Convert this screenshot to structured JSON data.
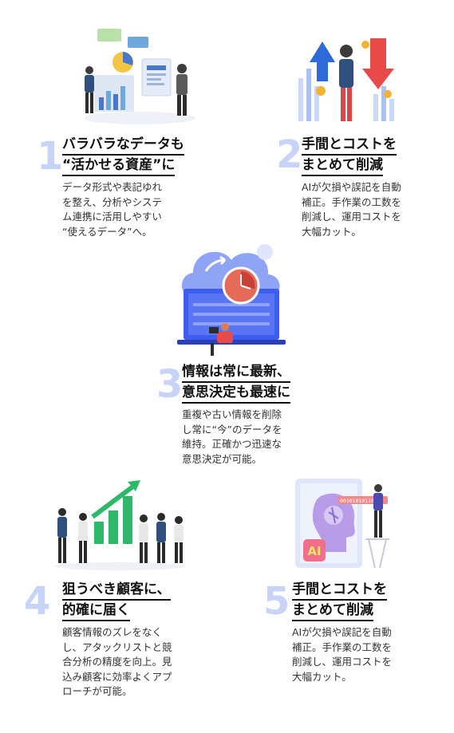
{
  "items": [
    {
      "number": "1",
      "title_lines": [
        "バラバラなデータも",
        "“活かせる資産”に"
      ],
      "description": "データ形式や表記ゆれ\nを整え、分析やシステ\nム連携に活用しやすい\n“使えるデータ”へ。"
    },
    {
      "number": "2",
      "title_lines": [
        "手間とコストを",
        "まとめて削減"
      ],
      "description": "AIが欠損や誤記を自動\n補正。手作業の工数を\n削減し、運用コストを\n大幅カット。"
    },
    {
      "number": "3",
      "title_lines": [
        "情報は常に最新、",
        "意思決定も最速に"
      ],
      "description": "重複や古い情報を削除\nし常に“今”のデータを\n維持。正確かつ迅速な\n意思決定が可能。"
    },
    {
      "number": "4",
      "title_lines": [
        "狙うべき顧客に、",
        "的確に届く"
      ],
      "description": "顧客情報のズレをなく\nし、アタックリストと競\n合分析の精度を向上。見\n込み顧客に効率よくアプ\nローチが可能。"
    },
    {
      "number": "5",
      "title_lines": [
        "手間とコストを",
        "まとめて削減"
      ],
      "description": "AIが欠損や誤記を自動\n補正。手作業の工数を\n削減し、運用コストを\n大幅カット。"
    }
  ],
  "illustrations": {
    "ai_label": "AI",
    "binary_text": "0010101011011"
  },
  "colors": {
    "number": "#c7d4f7",
    "title": "#111111",
    "text": "#333333",
    "accent_blue": "#3d5cf0",
    "accent_red": "#e84a4a",
    "accent_green": "#2fb86a"
  }
}
